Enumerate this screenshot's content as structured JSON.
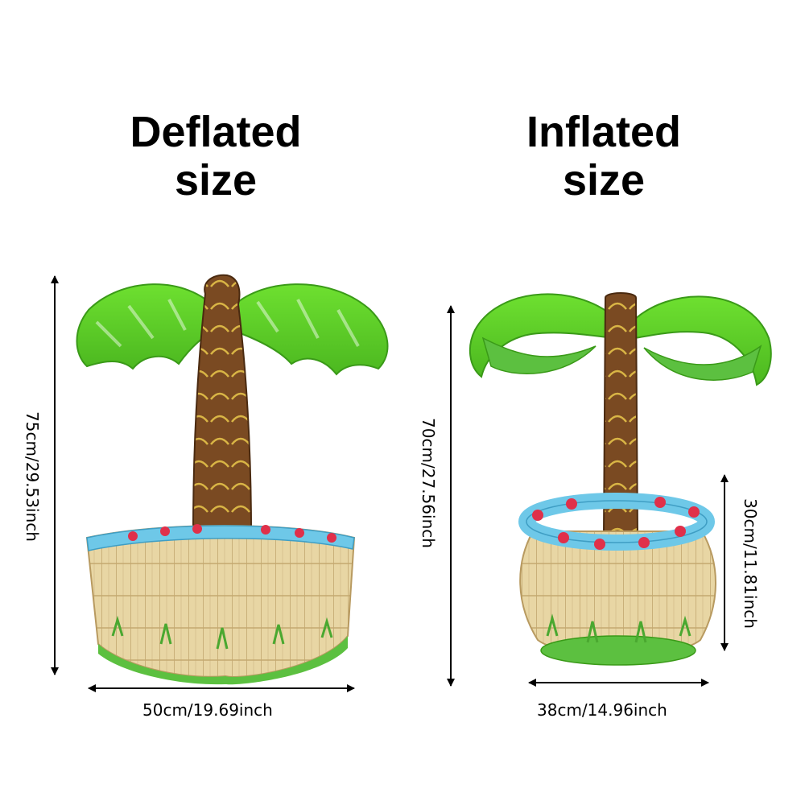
{
  "panels": {
    "deflated": {
      "heading_line1": "Deflated",
      "heading_line2": "size",
      "height_label": "75cm/29.53inch",
      "width_label": "50cm/19.69inch"
    },
    "inflated": {
      "heading_line1": "Inflated",
      "heading_line2": "size",
      "height_label": "70cm/27.56inch",
      "pot_height_label": "30cm/11.81inch",
      "width_label": "38cm/14.96inch"
    }
  },
  "colors": {
    "leaf_green": "#5ecf2a",
    "leaf_dark": "#3a9a18",
    "trunk_brown": "#7a4a22",
    "trunk_pattern": "#d9b545",
    "bamboo_tan": "#e6d3a0",
    "rim_blue": "#6ec8e8",
    "flower_red": "#e0304a",
    "grass_green": "#5cc040"
  }
}
